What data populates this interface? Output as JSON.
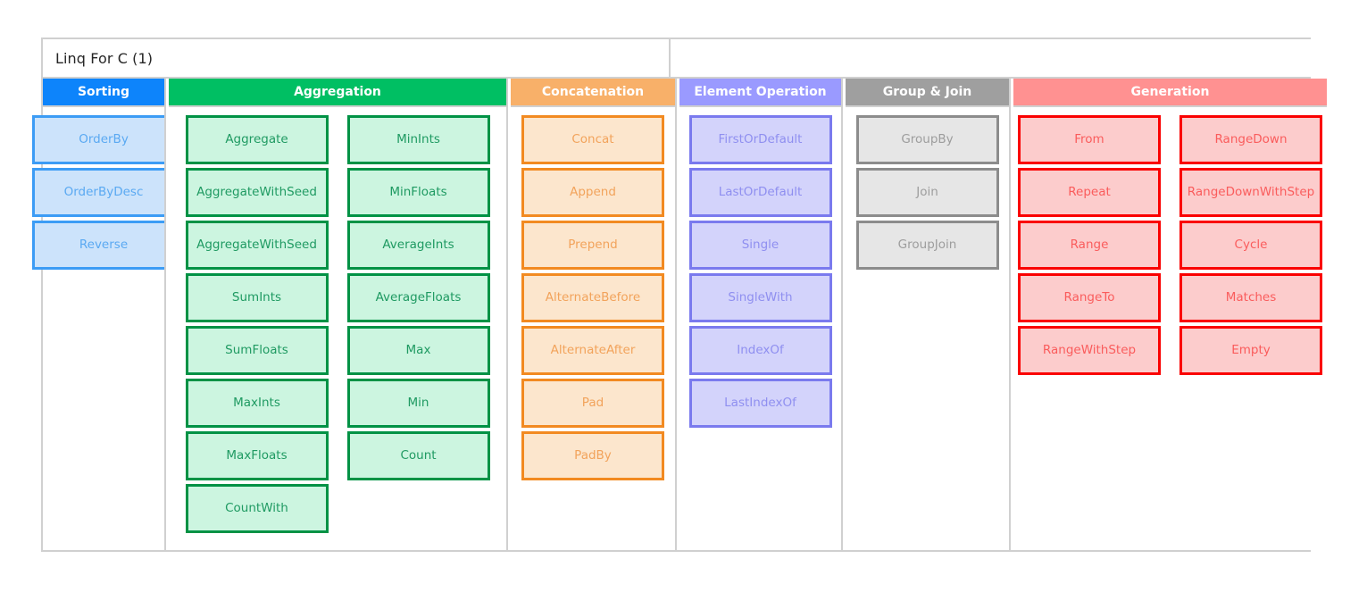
{
  "board": {
    "title": "Linq For C (1)"
  },
  "categories": [
    {
      "id": "sorting",
      "label": "Sorting",
      "header_color": "#0d84fb",
      "node_border": "#3c9cf5",
      "node_fill": "#cce3fb",
      "node_text": "#5aa9f2",
      "stacks": [
        [
          "OrderBy",
          "OrderByDesc",
          "Reverse"
        ]
      ]
    },
    {
      "id": "aggregation",
      "label": "Aggregation",
      "header_color": "#00bf63",
      "node_border": "#009245",
      "node_fill": "#ccf5e0",
      "node_text": "#1f9a62",
      "stacks": [
        [
          "Aggregate",
          "AggregateWithSeed",
          "AggregateWithSeed",
          "SumInts",
          "SumFloats",
          "MaxInts",
          "MaxFloats",
          "CountWith"
        ],
        [
          "MinInts",
          "MinFloats",
          "AverageInts",
          "AverageFloats",
          "Max",
          "Min",
          "Count"
        ]
      ]
    },
    {
      "id": "concatenation",
      "label": "Concatenation",
      "header_color": "#f8b069",
      "node_border": "#f28a21",
      "node_fill": "#fce6cd",
      "node_text": "#f2a35b",
      "stacks": [
        [
          "Concat",
          "Append",
          "Prepend",
          "AlternateBefore",
          "AlternateAfter",
          "Pad",
          "PadBy"
        ]
      ]
    },
    {
      "id": "element",
      "label": "Element Operation",
      "header_color": "#9a9aff",
      "node_border": "#7a7aee",
      "node_fill": "#d3d3fb",
      "node_text": "#8f8ff0",
      "stacks": [
        [
          "FirstOrDefault",
          "LastOrDefault",
          "Single",
          "SingleWith",
          "IndexOf",
          "LastIndexOf"
        ]
      ]
    },
    {
      "id": "groupjoin",
      "label": "Group & Join",
      "header_color": "#9f9f9f",
      "node_border": "#8c8c8c",
      "node_fill": "#e6e6e6",
      "node_text": "#9d9d9d",
      "stacks": [
        [
          "GroupBy",
          "Join",
          "GroupJoin"
        ]
      ]
    },
    {
      "id": "generation",
      "label": "Generation",
      "header_color": "#ff9191",
      "node_border": "#fa0000",
      "node_fill": "#fccccc",
      "node_text": "#fa5c5c",
      "stacks": [
        [
          "From",
          "Repeat",
          "Range",
          "RangeTo",
          "RangeWithStep"
        ],
        [
          "RangeDown",
          "RangeDownWithStep",
          "Cycle",
          "Matches",
          "Empty"
        ]
      ]
    }
  ]
}
